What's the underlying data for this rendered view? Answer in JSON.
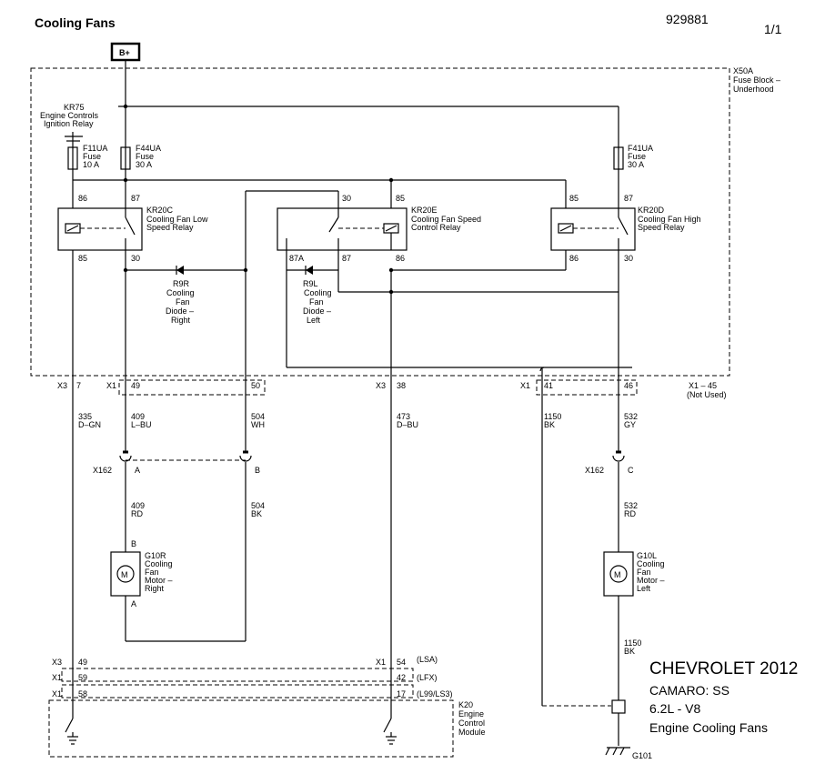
{
  "header": {
    "title": "Cooling Fans",
    "doc_number": "929881",
    "page": "1/1"
  },
  "power": {
    "label": "B+"
  },
  "fuse_block": {
    "lines": [
      "X50A",
      "Fuse Block –",
      "Underhood"
    ]
  },
  "ignition_relay": {
    "lines": [
      "KR75",
      "Engine Controls",
      "Ignition Relay"
    ]
  },
  "fuses": [
    {
      "lines": [
        "F11UA",
        "Fuse",
        "10 A"
      ]
    },
    {
      "lines": [
        "F44UA",
        "Fuse",
        "30 A"
      ]
    },
    {
      "lines": [
        "F41UA",
        "Fuse",
        "30 A"
      ]
    }
  ],
  "relays": [
    {
      "lines": [
        "KR20C",
        "Cooling Fan Low",
        "Speed Relay"
      ],
      "pins": [
        "86",
        "87",
        "85",
        "30"
      ]
    },
    {
      "lines": [
        "KR20E",
        "Cooling Fan Speed",
        "Control Relay"
      ],
      "pins": [
        "30",
        "85",
        "87A",
        "87",
        "86"
      ]
    },
    {
      "lines": [
        "KR20D",
        "Cooling Fan High",
        "Speed Relay"
      ],
      "pins": [
        "85",
        "87",
        "86",
        "30"
      ]
    }
  ],
  "diodes": [
    {
      "lines": [
        "R9R",
        "Cooling",
        "Fan",
        "Diode –",
        "Right"
      ]
    },
    {
      "lines": [
        "R9L",
        "Cooling",
        "Fan",
        "Diode –",
        "Left"
      ]
    }
  ],
  "connectors_top": [
    {
      "conn": "X3",
      "pin": "7"
    },
    {
      "conn": "X1",
      "pin": "49"
    },
    {
      "conn": "",
      "pin": "50"
    },
    {
      "conn": "X3",
      "pin": "38"
    },
    {
      "conn": "X1",
      "pin": "41"
    },
    {
      "conn": "",
      "pin": "46"
    }
  ],
  "x1_note": [
    "X1 – 45",
    "(Not Used)"
  ],
  "wires": [
    {
      "lines": [
        "335",
        "D–GN"
      ]
    },
    {
      "lines": [
        "409",
        "L–BU"
      ]
    },
    {
      "lines": [
        "504",
        "WH"
      ]
    },
    {
      "lines": [
        "473",
        "D–BU"
      ]
    },
    {
      "lines": [
        "1150",
        "BK"
      ]
    },
    {
      "lines": [
        "532",
        "GY"
      ]
    },
    {
      "lines": [
        "409",
        "RD"
      ]
    },
    {
      "lines": [
        "504",
        "BK"
      ]
    },
    {
      "lines": [
        "532",
        "RD"
      ]
    },
    {
      "lines": [
        "1150",
        "BK"
      ]
    }
  ],
  "x162": {
    "label": "X162",
    "pins": [
      "A",
      "B",
      "C"
    ]
  },
  "motors": [
    {
      "lines": [
        "G10R",
        "Cooling",
        "Fan",
        "Motor –",
        "Right"
      ],
      "symbol": "M",
      "pins": [
        "B",
        "A"
      ]
    },
    {
      "lines": [
        "G10L",
        "Cooling",
        "Fan",
        "Motor –",
        "Left"
      ],
      "symbol": "M"
    }
  ],
  "ecm_connectors": [
    {
      "conn": "X3",
      "pin": "49",
      "conn2": "X1",
      "pin2": "54",
      "variant": "(LSA)"
    },
    {
      "conn": "X1",
      "pin": "59",
      "pin2": "42",
      "variant": "(LFX)"
    },
    {
      "conn": "X1",
      "pin": "58",
      "pin2": "17",
      "variant": "(L99/LS3)"
    }
  ],
  "ecm": {
    "lines": [
      "K20",
      "Engine",
      "Control",
      "Module"
    ]
  },
  "ground": {
    "label": "G101"
  },
  "vehicle": {
    "make": "CHEVROLET 2012",
    "model": "CAMARO: SS",
    "engine": "6.2L  - V8",
    "system": "Engine Cooling Fans"
  }
}
